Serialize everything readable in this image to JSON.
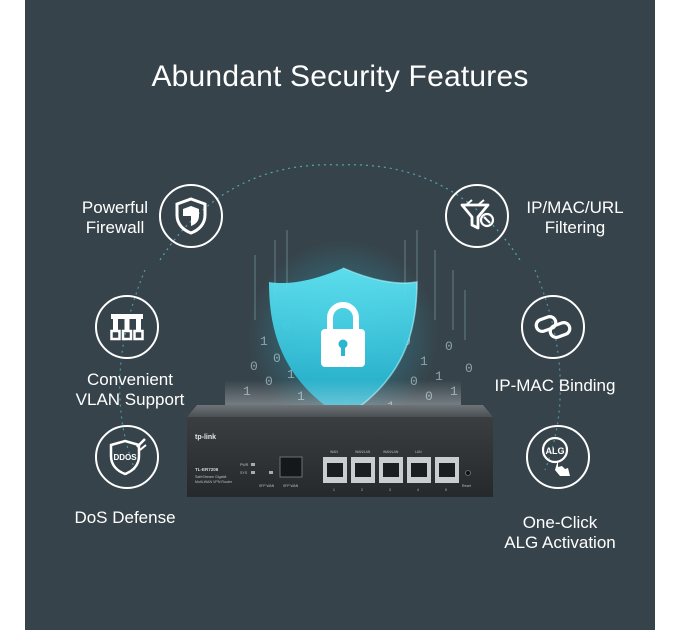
{
  "title": "Abundant Security Features",
  "features": {
    "firewall": {
      "line1": "Powerful",
      "line2": "Firewall",
      "icon": "shield-icon"
    },
    "vlan": {
      "line1": "Convenient",
      "line2": "VLAN Support",
      "icon": "vlan-icon"
    },
    "dos": {
      "line1": "DoS Defense",
      "icon": "ddos-shield-icon",
      "badge": "DDOS"
    },
    "filtering": {
      "line1": "IP/MAC/URL",
      "line2": "Filtering",
      "icon": "filter-icon"
    },
    "binding": {
      "line1": "IP-MAC Binding",
      "icon": "link-icon"
    },
    "alg": {
      "line1": "One-Click",
      "line2": "ALG Activation",
      "icon": "alg-tap-icon",
      "badge": "ALG"
    }
  },
  "router": {
    "brand": "tp-link",
    "model": "TL-ER7206",
    "description_line1": "SafeStream Gigabit",
    "description_line2": "Multi-WAN VPN Router",
    "leds": [
      "PWR",
      "SYS"
    ],
    "port_labels": [
      "SFP WAN",
      "SFP WAN",
      "WAN",
      "WAN/LAN",
      "WAN/LAN",
      "LAN"
    ],
    "port_numbers": [
      "1",
      "2",
      "3",
      "4",
      "5"
    ],
    "reset_label": "Reset"
  },
  "colors": {
    "background": "#37434a",
    "text": "#ffffff",
    "accent_cyan": "#2fc7dd"
  }
}
